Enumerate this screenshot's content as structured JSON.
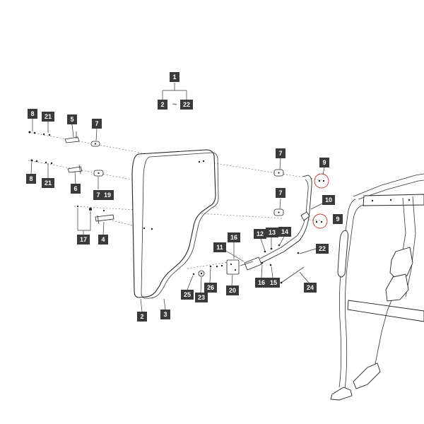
{
  "diagram": {
    "callouts": {
      "c1": "1",
      "c2": "2",
      "c22top": "22",
      "tilde": "~",
      "c8a": "8",
      "c21a": "21",
      "c5": "5",
      "c7a": "7",
      "c8b": "8",
      "c21b": "21",
      "c6": "6",
      "c7b": "7",
      "c19": "19",
      "c17": "17",
      "c4": "4",
      "c2b": "2",
      "c3": "3",
      "c7c": "7",
      "c7d": "7",
      "c9a": "9",
      "c9b": "9",
      "c10": "10",
      "c16a": "16",
      "c11": "11",
      "c12": "12",
      "c13": "13",
      "c14": "14",
      "c22b": "22",
      "c16b": "16",
      "c15": "15",
      "c24": "24",
      "c20": "20",
      "c26": "26",
      "c25": "25",
      "c23": "23"
    }
  }
}
